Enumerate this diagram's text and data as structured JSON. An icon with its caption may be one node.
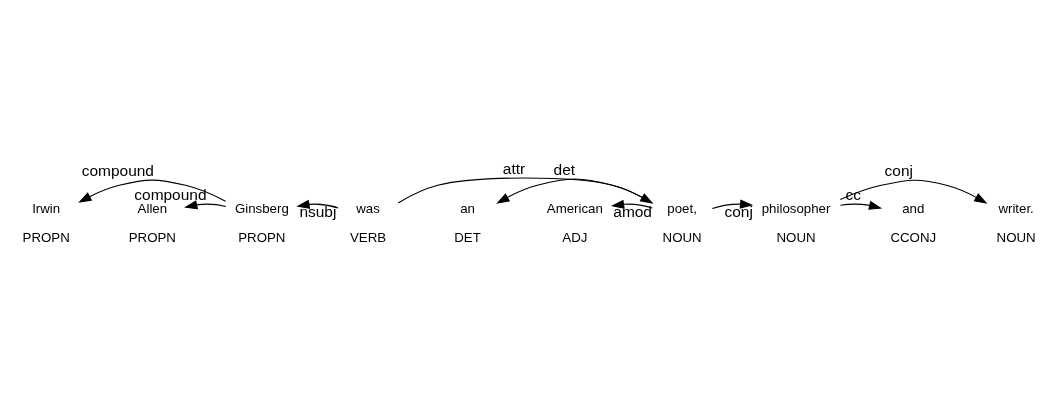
{
  "diagram": {
    "nodes": [
      {
        "text": [
          "Irwin",
          "PROPN"
        ]
      },
      {
        "text": [
          "Allen",
          "PROPN"
        ]
      },
      {
        "text": [
          "Ginsberg",
          "PROPN"
        ]
      },
      {
        "text": [
          "was",
          "VERB"
        ]
      },
      {
        "text": [
          "an",
          "DET"
        ]
      },
      {
        "text": [
          "American",
          "ADJ"
        ]
      },
      {
        "text": [
          "poet,",
          "NOUN"
        ]
      },
      {
        "text": [
          "philosopher",
          "NOUN"
        ]
      },
      {
        "text": [
          "and",
          "CCONJ"
        ]
      },
      {
        "text": [
          "writer.",
          "NOUN"
        ]
      }
    ],
    "edges": [
      {
        "from": 2,
        "to": 0,
        "arrow": "to",
        "label": "compound"
      },
      {
        "from": 2,
        "to": 1,
        "arrow": "to",
        "label": "compound"
      },
      {
        "from": 3,
        "to": 2,
        "arrow": "to",
        "label": "nsubj"
      },
      {
        "from": 3,
        "to": 6,
        "arrow": "to",
        "label": "attr"
      },
      {
        "from": 6,
        "to": 4,
        "arrow": "to",
        "label": "det"
      },
      {
        "from": 6,
        "to": 5,
        "arrow": "to",
        "label": "amod"
      },
      {
        "from": 6,
        "to": 7,
        "arrow": "to",
        "label": "conj"
      },
      {
        "from": 7,
        "to": 8,
        "arrow": "to",
        "label": "cc"
      },
      {
        "from": 7,
        "to": 9,
        "arrow": "to",
        "label": "conj"
      }
    ]
  }
}
